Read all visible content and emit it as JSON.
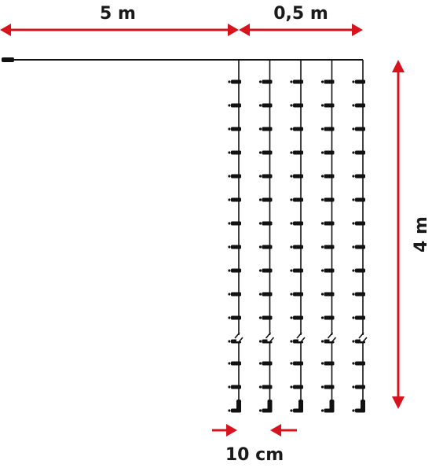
{
  "dimensions": {
    "lead_cable": "5 m",
    "curtain_width": "0,5 m",
    "curtain_height": "4 m",
    "strand_spacing": "10 cm"
  },
  "product": {
    "strand_count": 5,
    "leds_per_strand_shown": 15
  },
  "colors": {
    "dimension_arrow": "#d7141e",
    "cable": "#111111",
    "text": "#1a1a1a"
  }
}
